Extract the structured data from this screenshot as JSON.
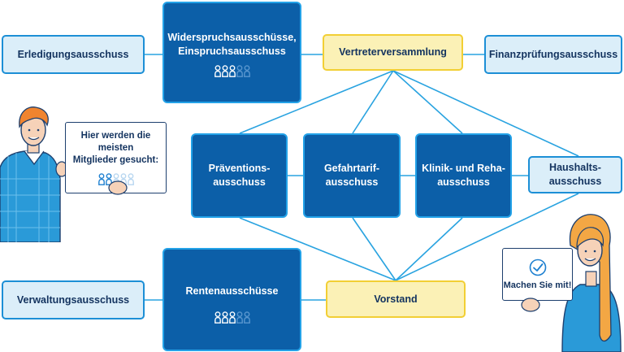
{
  "committees": {
    "erledigung": "Erledigungsausschuss",
    "widerspruch": "Widerspruchsausschüsse,\nEinspruchsausschuss",
    "vertreter": "Vertreterversammlung",
    "finanz": "Finanzprüfungsausschuss",
    "praevention": "Präventions-\nausschuss",
    "gefahrtarif": "Gefahrtarif-\nausschuss",
    "klinik": "Klinik- und Reha-\nausschuss",
    "haushalt": "Haushalts-\nausschuss",
    "verwaltung": "Verwaltungsausschuss",
    "renten": "Rentenausschüsse",
    "vorstand": "Vorstand"
  },
  "member_need": {
    "widerspruch": 3,
    "renten": 3,
    "legend": 2,
    "total_icons": 5
  },
  "signs": {
    "left": "Hier werden die meisten\nMitglieder gesucht:",
    "right": "Machen Sie mit!"
  },
  "colors": {
    "dark_box": "#0c5fa8",
    "light_box": "#dbeef9",
    "yellow_box": "#fbf1b6",
    "connector": "#29a3e0",
    "icon_full_on_dark": "#ffffff",
    "icon_faded_on_dark": "#5a97cf",
    "icon_full_on_light": "#1c7fd0",
    "icon_faded_on_light": "#b7d6f0"
  },
  "icons": {
    "person": "person-icon",
    "check": "check-icon"
  }
}
